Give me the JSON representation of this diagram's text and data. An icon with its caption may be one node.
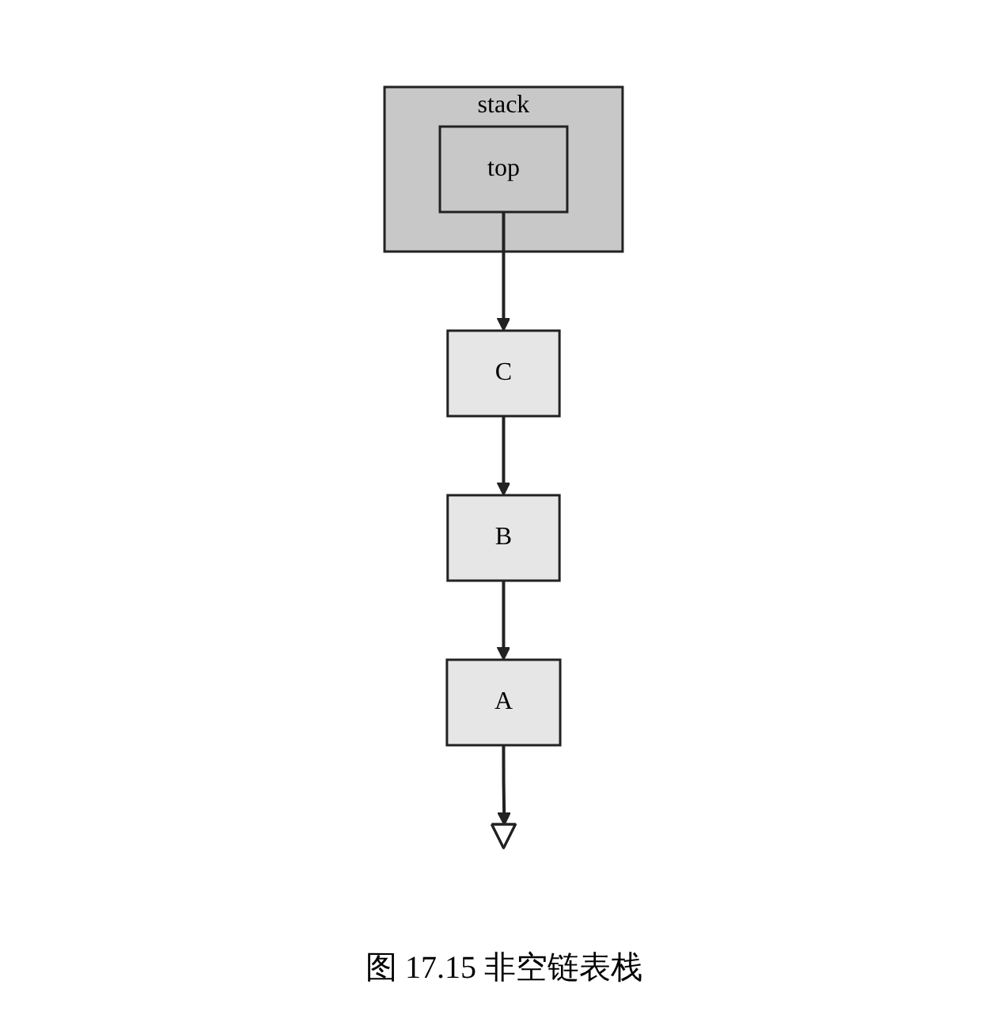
{
  "diagram": {
    "caption": "图 17.15 非空链表栈",
    "nodes": [
      {
        "text": [
          "stack"
        ]
      },
      {
        "text": [
          "top"
        ],
        "in": 0
      },
      {
        "text": [
          "C"
        ]
      },
      {
        "text": [
          "B"
        ]
      },
      {
        "text": [
          "A"
        ]
      },
      {
        "text": [],
        "shape": "ground"
      }
    ],
    "edges": [
      {
        "from": 1,
        "to": 2,
        "arrow": "to"
      },
      {
        "from": 2,
        "to": 3,
        "arrow": "to"
      },
      {
        "from": 3,
        "to": 4,
        "arrow": "to"
      },
      {
        "from": 4,
        "to": 5,
        "arrow": "to"
      }
    ]
  }
}
